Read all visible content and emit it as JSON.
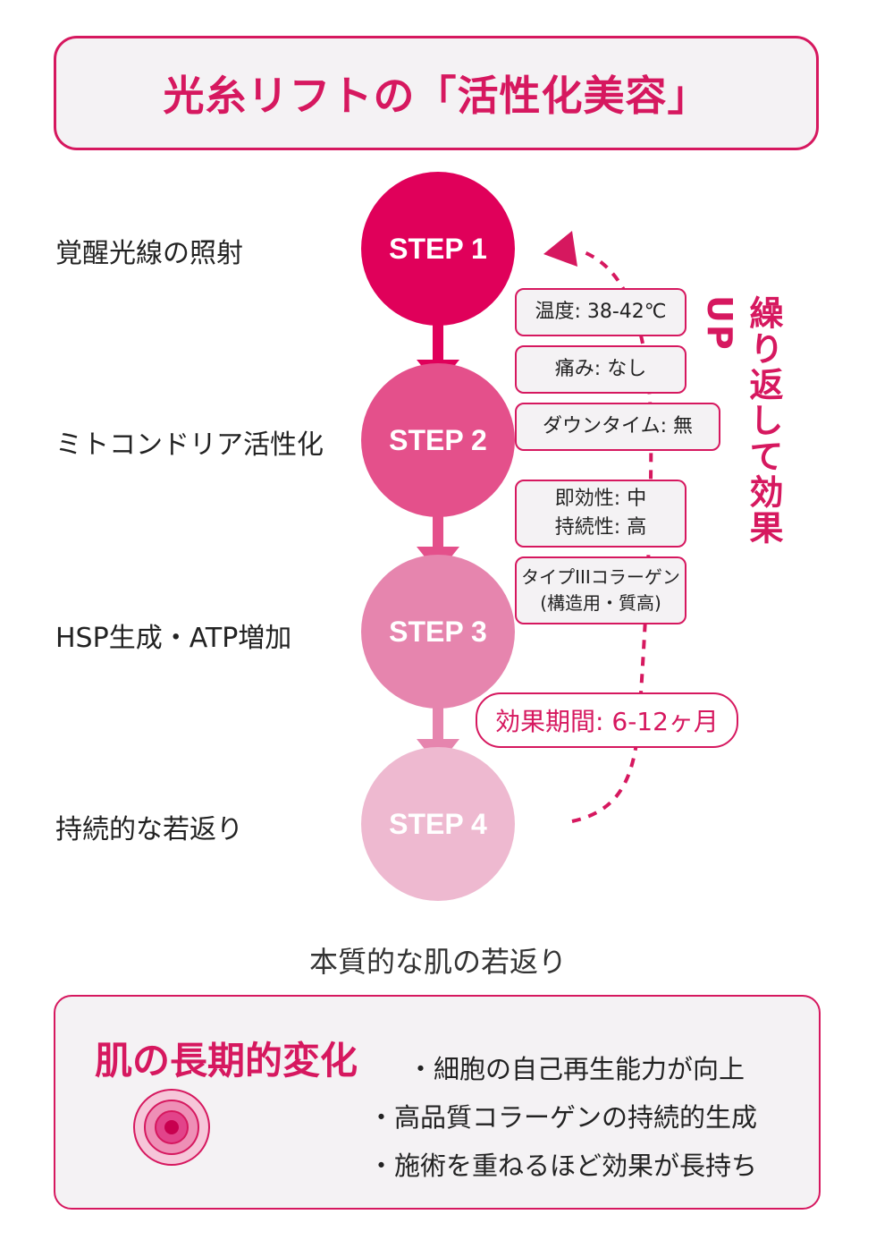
{
  "title": "光糸リフトの「活性化美容」",
  "steps": [
    {
      "label": "STEP 1",
      "description": "覚醒光線の照射",
      "color": "#e0005a"
    },
    {
      "label": "STEP 2",
      "description": "ミトコンドリア活性化",
      "color": "#e4508b"
    },
    {
      "label": "STEP 3",
      "description": "HSP生成・ATP増加",
      "color": "#e685ae"
    },
    {
      "label": "STEP 4",
      "description": "持続的な若返り",
      "color": "#eeb9d0"
    }
  ],
  "tags": {
    "temperature": "温度: 38-42℃",
    "pain": "痛み: なし",
    "downtime": "ダウンタイム: 無",
    "immediacy": "即効性: 中",
    "persistence": "持続性: 高",
    "collagen_type": "タイプIIIコラーゲン",
    "collagen_note": "(構造用・質高)",
    "duration": "効果期間: 6-12ヶ月"
  },
  "repeat_label": "繰り返して効果UP",
  "summary_caption": "本質的な肌の若返り",
  "long_term": {
    "heading": "肌の長期的変化",
    "bullets": [
      "・細胞の自己再生能力が向上",
      "・高品質コラーゲンの持続的生成",
      "・施術を重ねるほど効果が長持ち"
    ]
  },
  "colors": {
    "accent": "#d6185f",
    "box_background": "#f4f2f4"
  }
}
